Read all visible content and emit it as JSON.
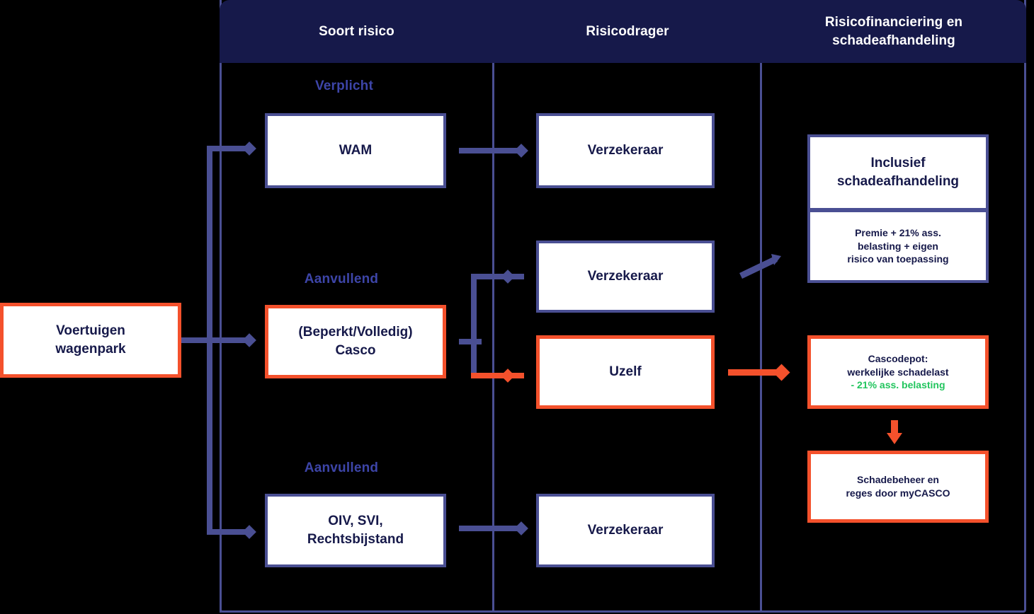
{
  "header": {
    "columns": [
      {
        "title": "Soort risico"
      },
      {
        "title": "Risicodrager"
      },
      {
        "title_line1": "Risicofinanciering en",
        "title_line2": "schadeafhandeling"
      }
    ]
  },
  "source": {
    "line1": "Voertuigen",
    "line2": "wagenpark"
  },
  "stage_labels": {
    "verplicht": "Verplicht",
    "aanvullend_casco": "Aanvullend",
    "aanvullend_oiv": "Aanvullend"
  },
  "risk_types": {
    "wam": "WAM",
    "casco_line1": "(Beperkt/Volledig)",
    "casco_line2": "Casco",
    "oiv_line1": "OIV, SVI,",
    "oiv_line2": "Rechtsbijstand"
  },
  "risk_bearers": {
    "verzekeraar_wam": "Verzekeraar",
    "verzekeraar_casco": "Verzekeraar",
    "uzelf": "Uzelf",
    "verzekeraar_oiv": "Verzekeraar"
  },
  "financing": {
    "inclusief_line1": "Inclusief",
    "inclusief_line2": "schadeafhandeling",
    "premie_line1": "Premie + 21% ass.",
    "premie_line2": "belasting + eigen",
    "premie_line3": "risico van toepassing",
    "cascodepot_line1": "Cascodepot:",
    "cascodepot_line2": "werkelijke schadelast",
    "cascodepot_line3": "- 21% ass. belasting",
    "schadebeheer_line1": "Schadebeheer en",
    "schadebeheer_line2": "reges door myCASCO"
  },
  "colors": {
    "header_bg": "#16194a",
    "blue": "#4a4f93",
    "label_blue": "#3d45a8",
    "orange": "#f4512c",
    "green": "#22c55e",
    "text_dark": "#16194a",
    "box_bg": "#ffffff",
    "page_bg": "#000000"
  }
}
